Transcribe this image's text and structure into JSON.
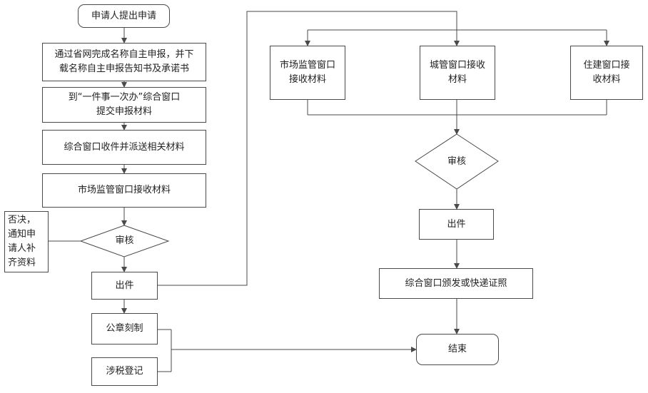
{
  "left_flow": {
    "start": "申请人提出申请",
    "online_apply": "通过省网完成名称自主申报，并下\n载名称自主申报告知书及承诺书",
    "submit_materials": "到“一件事一次办”综合窗口\n提交申报材料",
    "dispatch": "综合窗口收件并派送相关材料",
    "market_receive": "市场监管窗口接收材料",
    "review": "审核",
    "reject_note": "否决，\n通知申\n请人补\n齐资料",
    "issue": "出件",
    "seal": "公章刻制",
    "tax": "涉税登记"
  },
  "right_flow": {
    "market_window": "市场监管窗口\n接收材料",
    "urban_window": "城管窗口接收\n材料",
    "housing_window": "住建窗口接\n收材料",
    "review": "审核",
    "issue": "出件",
    "deliver": "综合窗口颁发或快递证照",
    "end": "结束"
  }
}
